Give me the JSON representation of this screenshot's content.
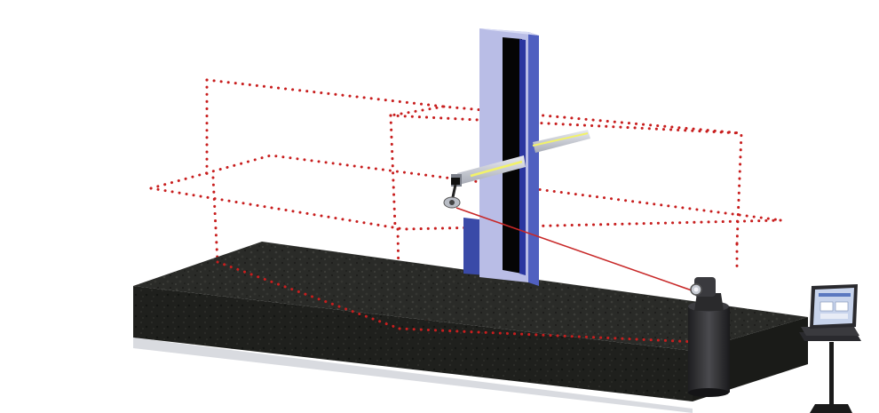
{
  "scene": {
    "description_labels": [],
    "colors": {
      "background": "#ffffff",
      "granite": "#2a2b28",
      "granite_side": "#1f201d",
      "column_front": "#b9bde6",
      "column_side": "#5060c0",
      "column_slot": "#050505",
      "column_base": "#3a4aa8",
      "arm": "#d0d4dc",
      "arm_stripe": "#f2f26a",
      "laser_dots": "#c81e1e",
      "laser_beam": "#c82828",
      "tracker": "#2c2c2e",
      "laptop_screen": "#c8d4ec",
      "laptop_body": "#2a2a2e",
      "stand": "#1a1a1a"
    },
    "icons": {
      "machine": "coordinate-measuring-machine",
      "tracker": "laser-tracker",
      "computer": "laptop-computer"
    }
  }
}
